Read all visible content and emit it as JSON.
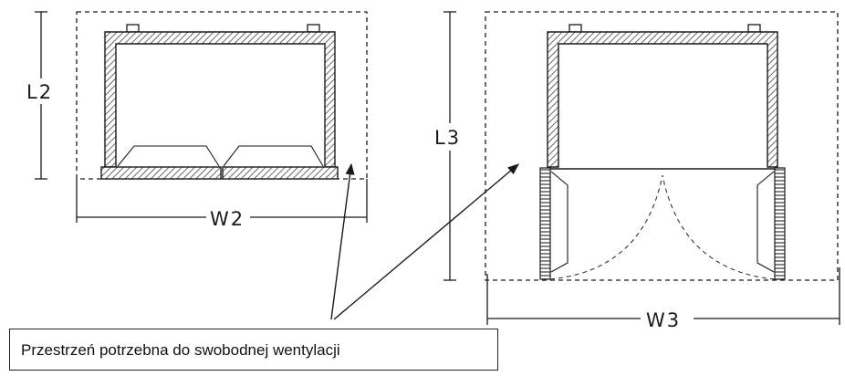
{
  "labels": {
    "l2": "L2",
    "w2": "W2",
    "l3": "L3",
    "w3": "W3"
  },
  "caption": "Przestrzeń potrzebna do swobodnej wentylacji",
  "colors": {
    "line": "#1a1a1a",
    "hatch": "#555555",
    "background": "#ffffff"
  }
}
